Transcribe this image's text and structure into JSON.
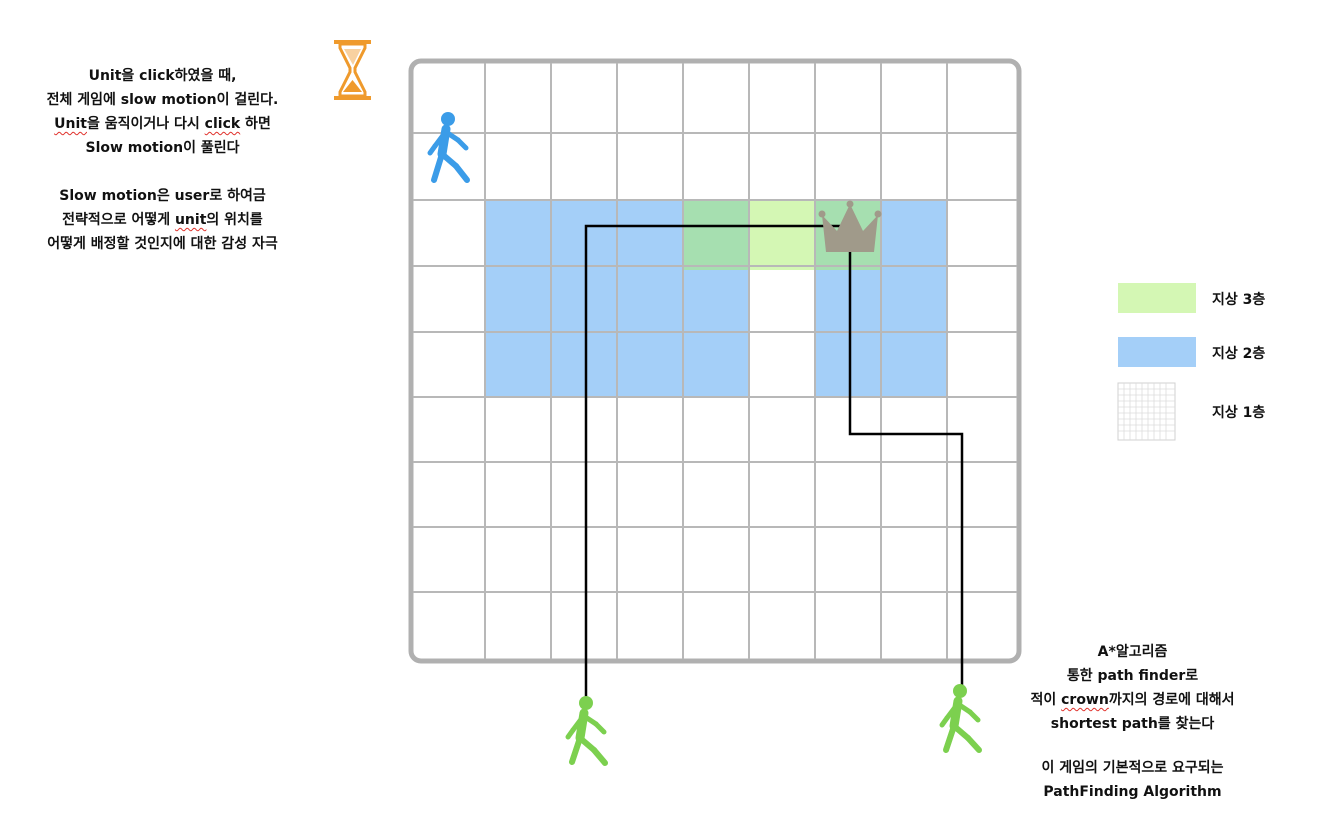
{
  "notes_left": {
    "line1_a": "Unit",
    "line1_b": "을 click하였을 때,",
    "line2": "전체 게임에 slow motion이 걸린다.",
    "line3_a": "Unit",
    "line3_b": "을 움직이거나 다시 ",
    "line3_c": "click",
    "line3_d": " 하면",
    "line4": "Slow motion이 풀린다",
    "line5": "Slow motion은 user로 하여금",
    "line6_a": "전략적으로 어떻게 ",
    "line6_b": "unit",
    "line6_c": "의 위치를",
    "line7": "어떻게 배정할 것인지에 대한 감성 자극"
  },
  "notes_right": {
    "line1": "A*알고리즘",
    "line2": "통한 path finder로",
    "line3_a": "적이 ",
    "line3_b": "crown",
    "line3_c": "까지의 경로에 대해서",
    "line4": "shortest path를 찾는다",
    "line5": "이 게임의 기본적으로 요구되는",
    "line6": "PathFinding Algorithm"
  },
  "legend": {
    "floor3": "지상 3층",
    "floor2": "지상 2층",
    "floor1": "지상 1층"
  },
  "colors": {
    "floor3": "#d4f7b4",
    "floor2": "#a4cff8",
    "overlap": "#a6dfb0",
    "grid_line": "#b5b5b5",
    "player_unit": "#3b9ce8",
    "enemy_unit": "#7cd04f",
    "crown": "#a09a8a",
    "hourglass": "#ef9a2c",
    "path": "#000000"
  },
  "icons": [
    "hourglass-icon",
    "walking-person-icon",
    "crown-icon"
  ]
}
